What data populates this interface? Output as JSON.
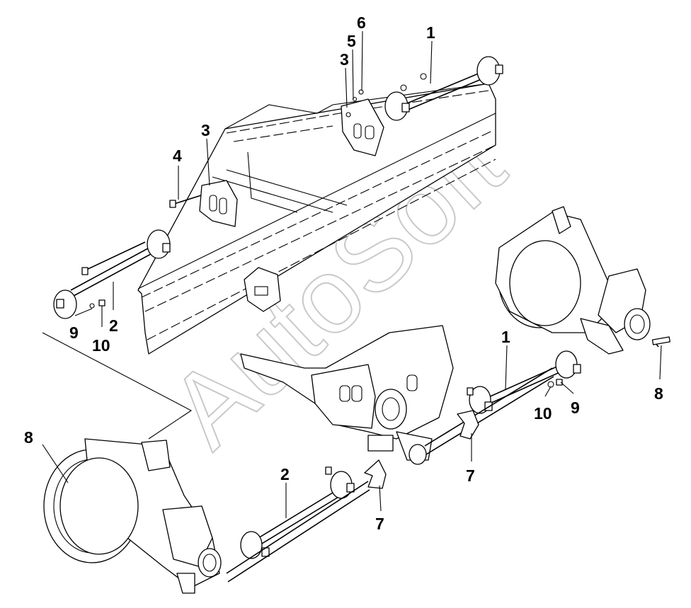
{
  "watermark": "AutoSoft",
  "callouts": [
    "1",
    "5",
    "6",
    "3",
    "3",
    "4",
    "2",
    "9",
    "10",
    "1",
    "10",
    "9",
    "8",
    "8",
    "2",
    "7",
    "7"
  ]
}
